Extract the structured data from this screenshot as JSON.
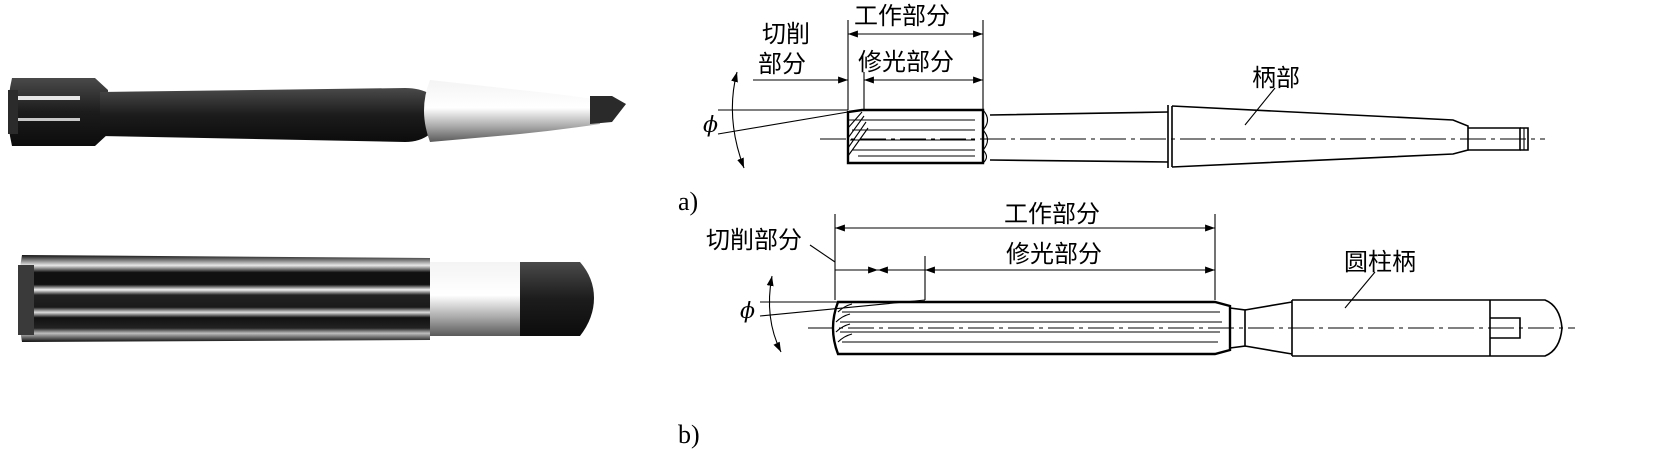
{
  "figure_a": {
    "label": "a)",
    "working_part": "工作部分",
    "cutting_part_line1": "切削",
    "cutting_part_line2": "部分",
    "finishing_part": "修光部分",
    "shank": "柄部",
    "angle_symbol": "ϕ"
  },
  "figure_b": {
    "label": "b)",
    "working_part": "工作部分",
    "cutting_part": "切削部分",
    "finishing_part": "修光部分",
    "shank": "圆柱柄",
    "angle_symbol": "ϕ"
  }
}
